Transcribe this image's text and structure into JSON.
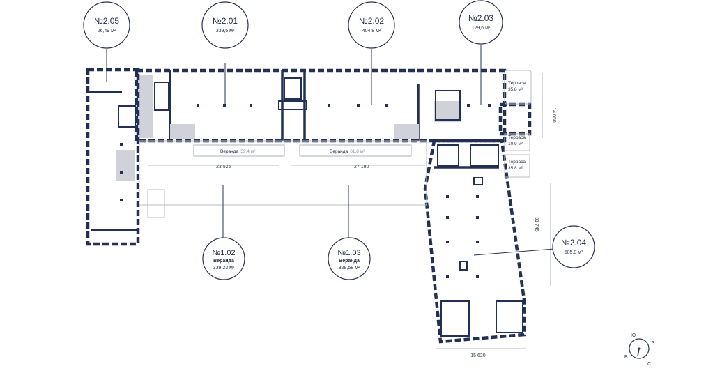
{
  "callouts": [
    {
      "id": "2.05",
      "num": "№2.05",
      "area": "26,49 м²"
    },
    {
      "id": "2.01",
      "num": "№2.01",
      "area": "339,5 м²"
    },
    {
      "id": "2.02",
      "num": "№2.02",
      "area": "404,8 м²"
    },
    {
      "id": "2.03",
      "num": "№2.03",
      "area": "129,6 м²"
    },
    {
      "id": "2.04",
      "num": "№2.04",
      "area": "505,8 м²"
    },
    {
      "id": "1.02",
      "num": "№1.02",
      "sub": "Веранда",
      "area": "339,23 м²"
    },
    {
      "id": "1.03",
      "num": "№1.03",
      "sub": "Веранда",
      "area": "328,58 м²"
    }
  ],
  "rooms": {
    "veranda_left": "Веранда",
    "veranda_left_area": "59,4 м²",
    "veranda_right": "Веранда",
    "veranda_right_area": "61,8 м²",
    "terrace1": "Терраса",
    "terrace1_area": "35,8 м²",
    "terrace2": "Терраса",
    "terrace2_area": "10,9 м²",
    "terrace3": "Терраса",
    "terrace3_area": "35,8 м²"
  },
  "dimensions": {
    "d_23525": "23 525",
    "d_27180": "27 180",
    "d_14050": "14 050",
    "d_31745": "31 745",
    "d_15620": "15 620"
  },
  "compass": {
    "n": "Ю",
    "e": "З",
    "s": "С",
    "w": "В"
  },
  "colors": {
    "wall": "#233056",
    "text": "#1f2a44",
    "stair": "#cfd2d8"
  }
}
